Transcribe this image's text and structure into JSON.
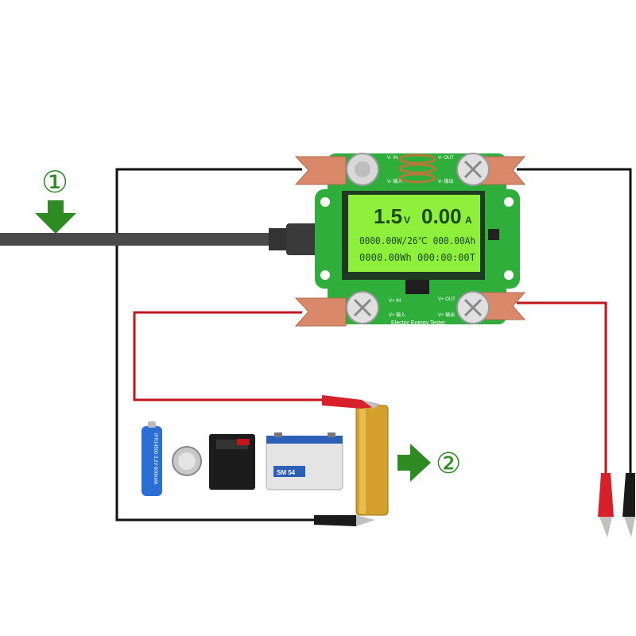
{
  "steps": {
    "step1": "①",
    "step2": "②"
  },
  "colors": {
    "pcb": "#2fae3c",
    "lcd": "#8ef03a",
    "arrow": "#2e8b24",
    "wire_black": "#111111",
    "wire_red": "#c0161b",
    "copper": "#d9896a"
  },
  "tester": {
    "label_top_in": "V- IN",
    "label_top_in_cn": "V- 输入",
    "label_top_out": "V- OUT",
    "label_top_out_cn": "V- 输出",
    "label_bottom_in": "V+ IN",
    "label_bottom_in_cn": "V+ 输入",
    "label_bottom_out": "V+ OUT",
    "label_bottom_out_cn": "V+ 输出",
    "title": "Electric Energy Tester"
  },
  "lcd": {
    "voltage": "1.5",
    "voltage_unit": "V",
    "current": "0.00",
    "current_unit": "A",
    "line1": "0000.00W/26℃ 000.00Ah",
    "line2": "0000.00Wh  000:00:00T"
  },
  "batteries": {
    "cylinder_text": "IFR14500 3.2V 600mAh",
    "car_battery_label": "SM 54"
  },
  "icons": [
    "arrow-down-icon",
    "arrow-right-icon",
    "usb-c-plug-icon",
    "alligator-clip-icon",
    "battery-icon"
  ]
}
